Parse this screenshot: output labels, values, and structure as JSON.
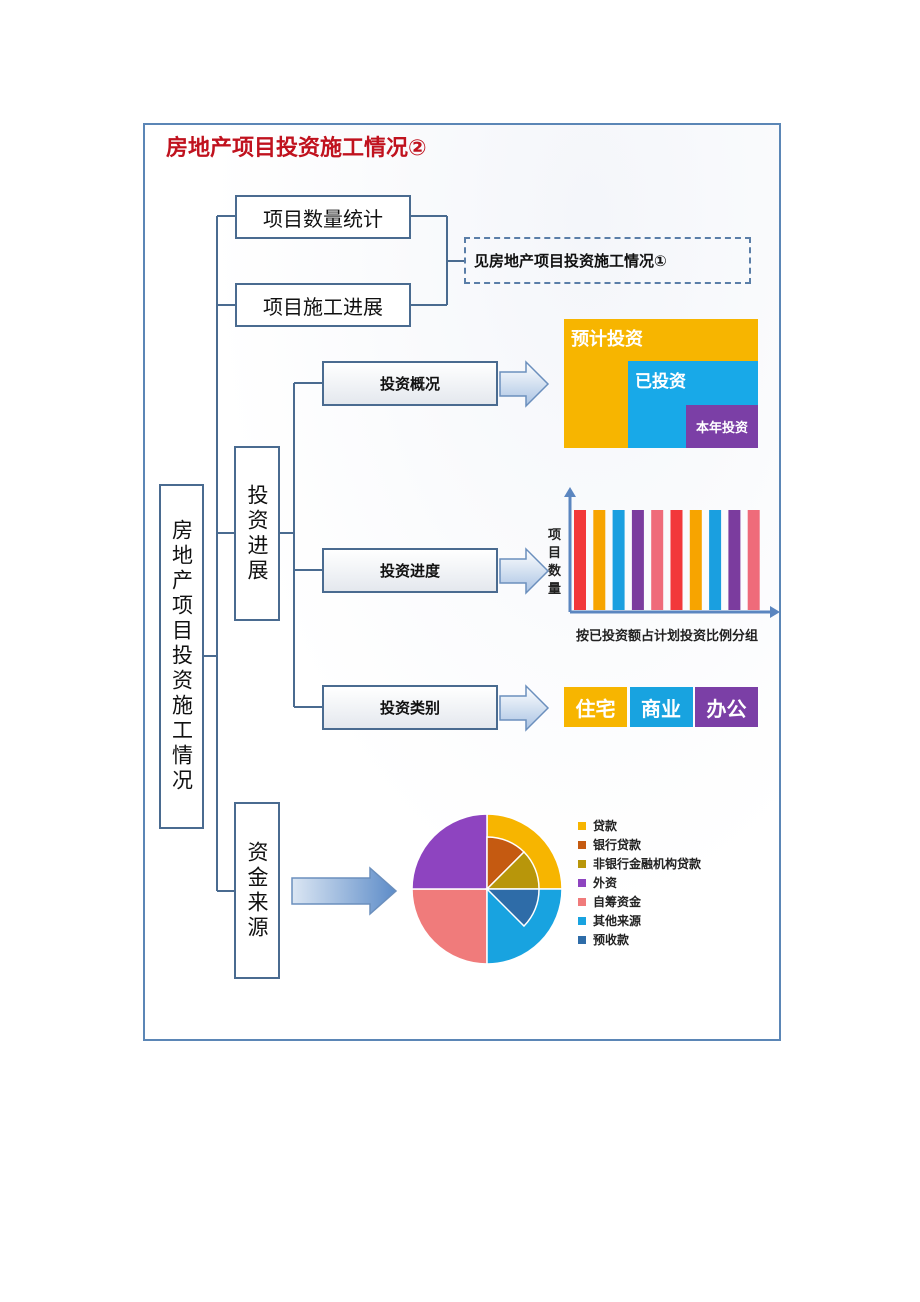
{
  "title": "房地产项目投资施工情况②",
  "root": "房地产项目投资施工情况",
  "branch1": {
    "item1": "项目数量统计",
    "item2": "项目施工进展",
    "ref": "见房地产项目投资施工情况①"
  },
  "branch2": {
    "label": "投资进展",
    "items": [
      "投资概况",
      "投资进度",
      "投资类别"
    ]
  },
  "branch3": {
    "label": "资金来源"
  },
  "overview_blocks": {
    "outer": "预计投资",
    "middle": "已投资",
    "inner": "本年投资"
  },
  "progress_chart": {
    "ylabel": "项目数量",
    "xlabel": "按已投资额占计划投资比例分组",
    "bar_colors": [
      "#f2383a",
      "#f7a400",
      "#1a9fe0",
      "#7b3c9e",
      "#ef6b7a",
      "#f2383a",
      "#f7a400",
      "#1a9fe0",
      "#7b3c9e",
      "#ef6b7a"
    ]
  },
  "categories": [
    {
      "label": "住宅",
      "color": "#f7b500"
    },
    {
      "label": "商业",
      "color": "#18a3e0"
    },
    {
      "label": "办公",
      "color": "#7b3fa6"
    }
  ],
  "fund_legend": [
    {
      "label": "贷款",
      "color": "#f7b500"
    },
    {
      "label": "银行贷款",
      "color": "#c55a11"
    },
    {
      "label": "非银行金融机构贷款",
      "color": "#b8960a"
    },
    {
      "label": "外资",
      "color": "#8e44c0"
    },
    {
      "label": "自筹资金",
      "color": "#f07b7b"
    },
    {
      "label": "其他来源",
      "color": "#18a3e0"
    },
    {
      "label": "预收款",
      "color": "#2e6ca8"
    }
  ]
}
